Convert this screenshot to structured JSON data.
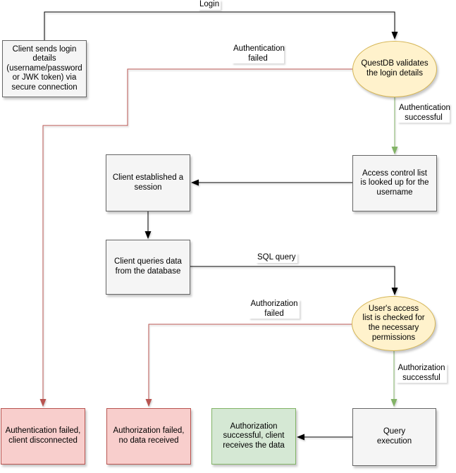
{
  "nodes": {
    "client_login": "Client sends login\ndetails\n(username/password\nor JWK token) via\nsecure connection",
    "questdb_validates": "QuestDB validates\nthe login details",
    "acl_lookup": "Access control list\nis looked up for the\nusername",
    "session_established": "Client established a\nsession",
    "client_queries": "Client queries data\nfrom the database",
    "access_check": "User's access\nlist is checked for\nthe necessary\npermissions",
    "query_execution": "Query\nexecution",
    "auth_failed_result": "Authentication failed,\nclient disconnected",
    "authz_failed_result": "Authorization failed,\nno data received",
    "authz_success_result": "Authorization\nsuccessful, client\nreceives the data"
  },
  "edge_labels": {
    "login": "Login",
    "auth_failed": "Authentication\nfailed",
    "auth_successful": "Authentication\nsuccessful",
    "sql_query": "SQL query",
    "authz_failed": "Authorization\nfailed",
    "authz_successful": "Authorization\nsuccessful"
  },
  "colors": {
    "node_fill": "#F5F5F5",
    "node_border": "#666666",
    "highlight_fill": "#FFF2CC",
    "highlight_border": "#D6B656",
    "fail_fill": "#F8CECC",
    "fail_border": "#B85450",
    "success_fill": "#D5E8D4",
    "success_border": "#82B366",
    "edge_black": "#000000",
    "edge_fail": "#B85450",
    "edge_success": "#82B366"
  }
}
